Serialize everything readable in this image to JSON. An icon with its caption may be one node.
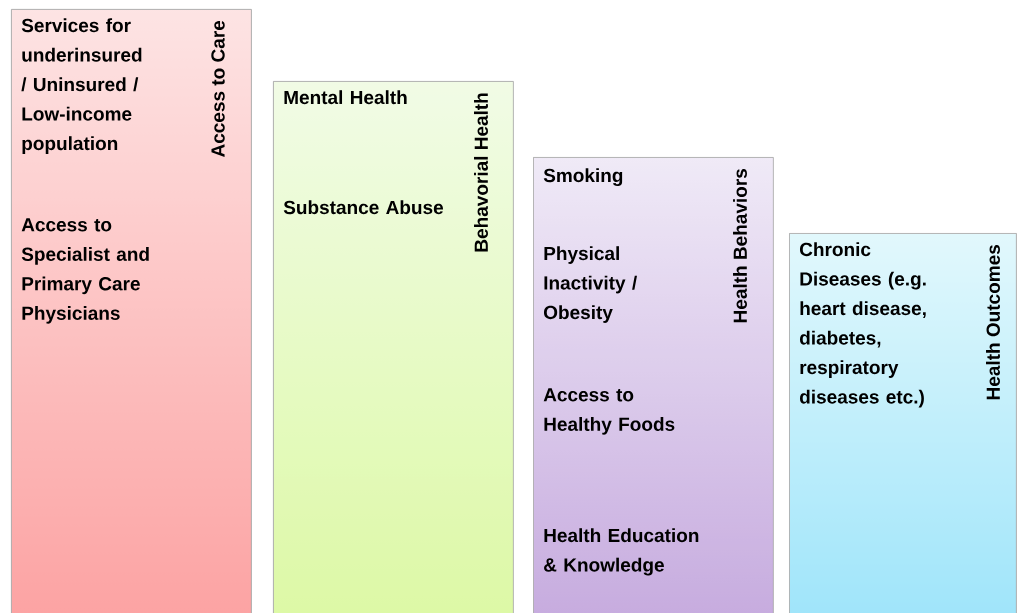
{
  "diagram": {
    "nodes": [
      {
        "text": [
          "Access to Care",
          "Services for underinsured / Uninsured / Low-income population",
          "Access to Specialist and Primary Care Physicians"
        ]
      },
      {
        "text": [
          "Behavorial Health",
          "Mental Health",
          "Substance Abuse"
        ]
      },
      {
        "text": [
          "Health Behaviors",
          "Smoking",
          "Physical Inactivity / Obesity",
          "Access to Healthy Foods",
          "Health Education & Knowledge"
        ]
      },
      {
        "text": [
          "Health Outcomes",
          "Chronic Diseases (e.g. heart disease, diabetes, respiratory diseases etc.)"
        ]
      }
    ]
  }
}
